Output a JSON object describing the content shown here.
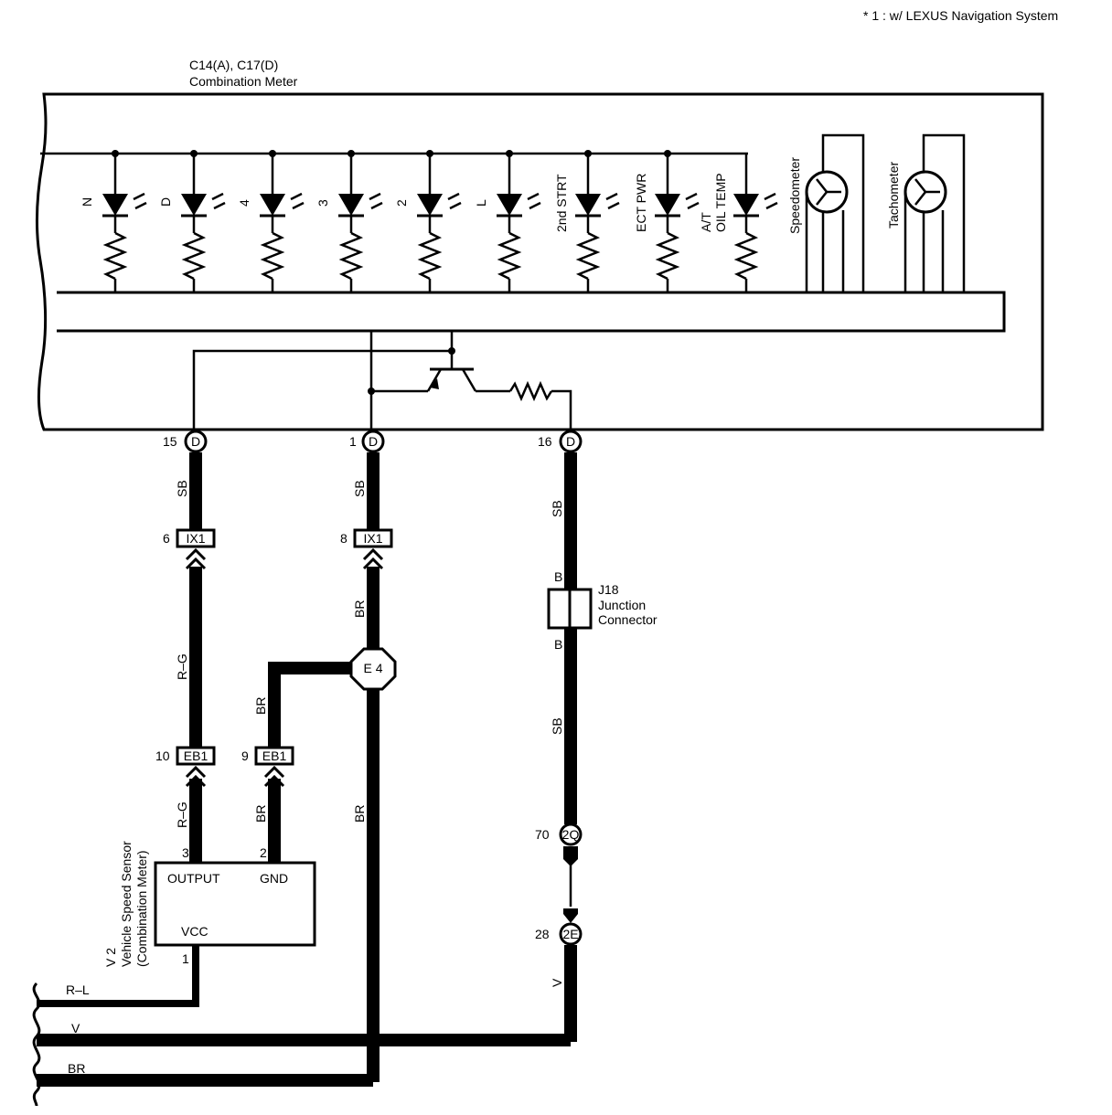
{
  "footnote": "* 1 : w/ LEXUS Navigation System",
  "meter": {
    "code": "C14(A), C17(D)",
    "name": "Combination Meter",
    "indicators": [
      "N",
      "D",
      "4",
      "3",
      "2",
      "L",
      "2nd STRT",
      "ECT PWR",
      "A/T",
      "OIL TEMP"
    ],
    "gauges": [
      "Speedometer",
      "Tachometer"
    ]
  },
  "pins": {
    "p15": "15",
    "p1": "1",
    "p16": "16",
    "ix1_6": "6",
    "ix1_8": "8",
    "eb1_10": "10",
    "eb1_9": "9",
    "q70": "70",
    "e28": "28",
    "s3": "3",
    "s2": "2",
    "s1": "1"
  },
  "connectors": {
    "d": "D",
    "ix1": "IX1",
    "eb1": "EB1",
    "q": "2Q",
    "e": "2E",
    "e4": "E 4",
    "j18_b": "B"
  },
  "junction": {
    "code": "J18",
    "line1": "Junction",
    "line2": "Connector"
  },
  "wire_colors": {
    "sb": "SB",
    "rg": "R–G",
    "br": "BR",
    "v": "V",
    "rl": "R–L"
  },
  "sensor": {
    "code": "V 2",
    "name": "Vehicle Speed Sensor",
    "sub": "(Combination Meter)",
    "output": "OUTPUT",
    "gnd": "GND",
    "vcc": "VCC"
  }
}
